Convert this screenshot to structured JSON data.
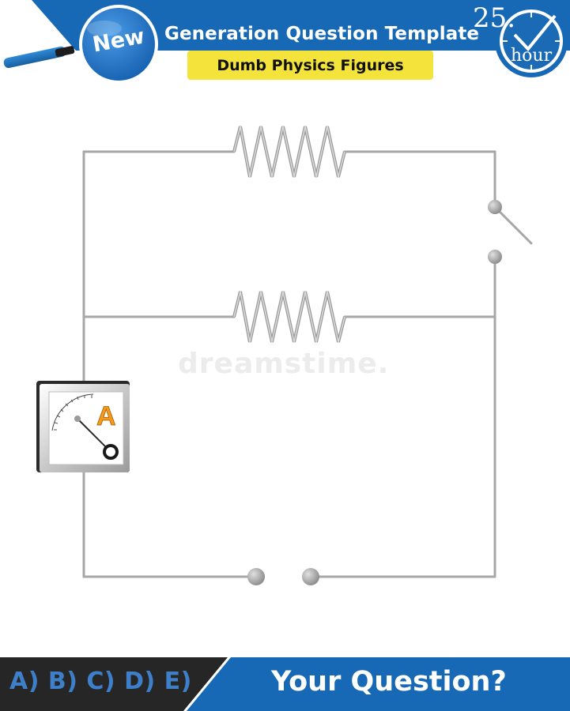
{
  "header": {
    "title": "Generation Question Template",
    "subtitle": "Dumb Physics Figures",
    "badge": "New",
    "clock": {
      "number": "25.",
      "unit": "hour"
    }
  },
  "diagram": {
    "components": {
      "resistors": 2,
      "ammeter_label": "A",
      "switches": 1,
      "open_terminals": 1
    },
    "watermark": "dreamstime."
  },
  "footer": {
    "answer_options": "A) B) C) D) E)",
    "question": "Your Question?"
  },
  "colors": {
    "banner_blue": "#1769b5",
    "highlight_yellow": "#f3e33a",
    "wire_gray": "#a7a7a7",
    "ammeter_orange": "#f39a1d",
    "footer_dark": "#262626",
    "options_blue": "#3d7fc8"
  }
}
